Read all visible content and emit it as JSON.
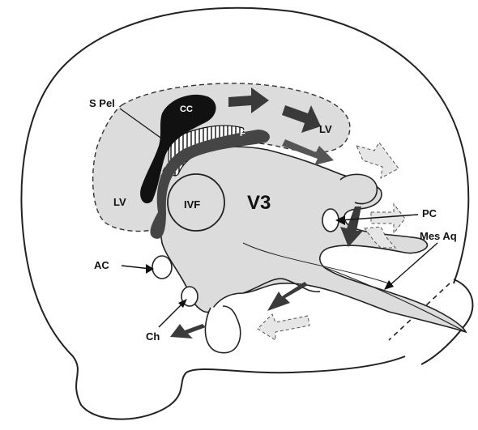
{
  "labels": {
    "s_pel": "S Pel",
    "cc": "CC",
    "f": "F",
    "lv_top": "LV",
    "lv_left": "LV",
    "ivf": "IVF",
    "v3": "V3",
    "pc": "PC",
    "mes_aq": "Mes Aq",
    "ac": "AC",
    "ch": "Ch"
  },
  "colors": {
    "ventricle_fill": "#dcdcdc",
    "outline": "#222222",
    "dark_structure": "#111111",
    "fornix": "#444444",
    "arrow_dark": "#3a3a3a",
    "arrow_light": "#e6e6e6"
  }
}
